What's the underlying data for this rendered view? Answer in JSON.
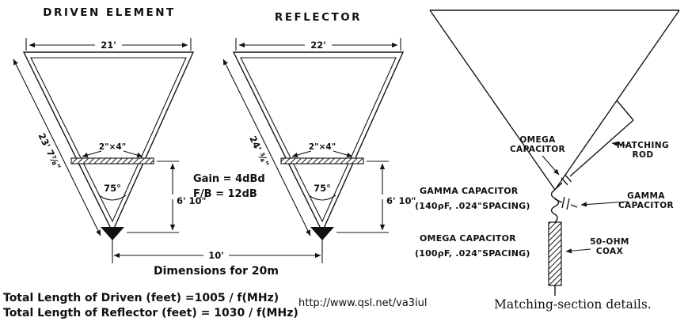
{
  "driven": {
    "title": "DRIVEN ELEMENT",
    "top_dim": "21'",
    "side_dim": "23' 7⅞\"",
    "boom_label": "2\"×4\"",
    "apex_angle": "75°",
    "lower_height": "6' 10\""
  },
  "reflector": {
    "title": "REFLECTOR",
    "top_dim": "22'",
    "side_dim": "24' ¾\"",
    "boom_label": "2\"×4\"",
    "apex_angle": "75°",
    "lower_height": "6' 10\""
  },
  "performance": {
    "gain": "Gain = 4dBd",
    "front_to_back": "F/B = 12dB"
  },
  "spacing": {
    "dim": "10'",
    "caption": "Dimensions for 20m"
  },
  "formulas": {
    "driven": "Total Length of Driven (feet) =1005 / f(MHz)",
    "reflector": "Total Length of Reflector (feet) = 1030 / f(MHz)"
  },
  "source_url": "http://www.qsl.net/va3iul",
  "matching_section": {
    "omega_pointer": {
      "line1": "OMEGA",
      "line2": "CAPACITOR"
    },
    "rod_pointer": {
      "line1": "MATCHING",
      "line2": "ROD"
    },
    "gamma_pointer": {
      "line1": "GAMMA",
      "line2": "CAPACITOR"
    },
    "gamma_spec": {
      "line1": "GAMMA CAPACITOR",
      "line2": "(140ρF, .024\"SPACING)"
    },
    "omega_spec": {
      "line1": "OMEGA CAPACITOR",
      "line2": "(100ρF, .024\"SPACING)"
    },
    "coax": {
      "line1": "50-OHM",
      "line2": "COAX"
    },
    "caption": "Matching-section details."
  }
}
